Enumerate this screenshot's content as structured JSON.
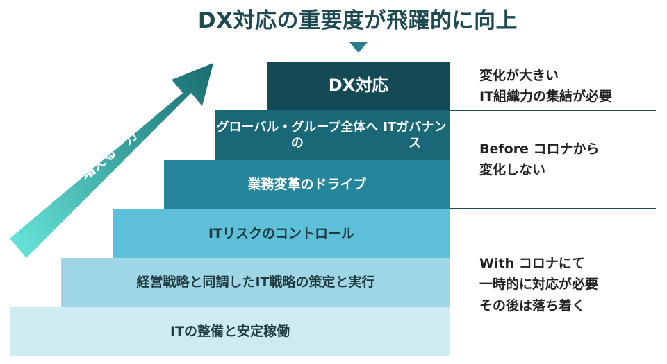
{
  "title": "DX対応の重要度が飛躍的に向上",
  "arrow_label": "増える一方",
  "steps": [
    {
      "lines": [
        "ITの整備と安定稼働"
      ]
    },
    {
      "lines": [
        "経営戦略と同調したIT戦略の策定と実行"
      ]
    },
    {
      "lines": [
        "ITリスクのコントロール"
      ]
    },
    {
      "lines": [
        "業務変革のドライブ"
      ]
    },
    {
      "lines": [
        "グローバル・グループ全体への",
        "ITガバナンス"
      ]
    },
    {
      "lines": [
        "DX対応"
      ]
    }
  ],
  "notes": [
    {
      "lines": [
        "変化が大きい",
        "IT組織力の集結が必要"
      ]
    },
    {
      "lines": [
        "Before コロナから",
        "変化しない"
      ]
    },
    {
      "lines": [
        "With コロナにて",
        "一時的に対応が必要",
        "その後は落ち着く"
      ]
    }
  ],
  "colors": {
    "title": "#1e4a52",
    "arrow_start": "#62e0d6",
    "arrow_end": "#1a6f72"
  }
}
